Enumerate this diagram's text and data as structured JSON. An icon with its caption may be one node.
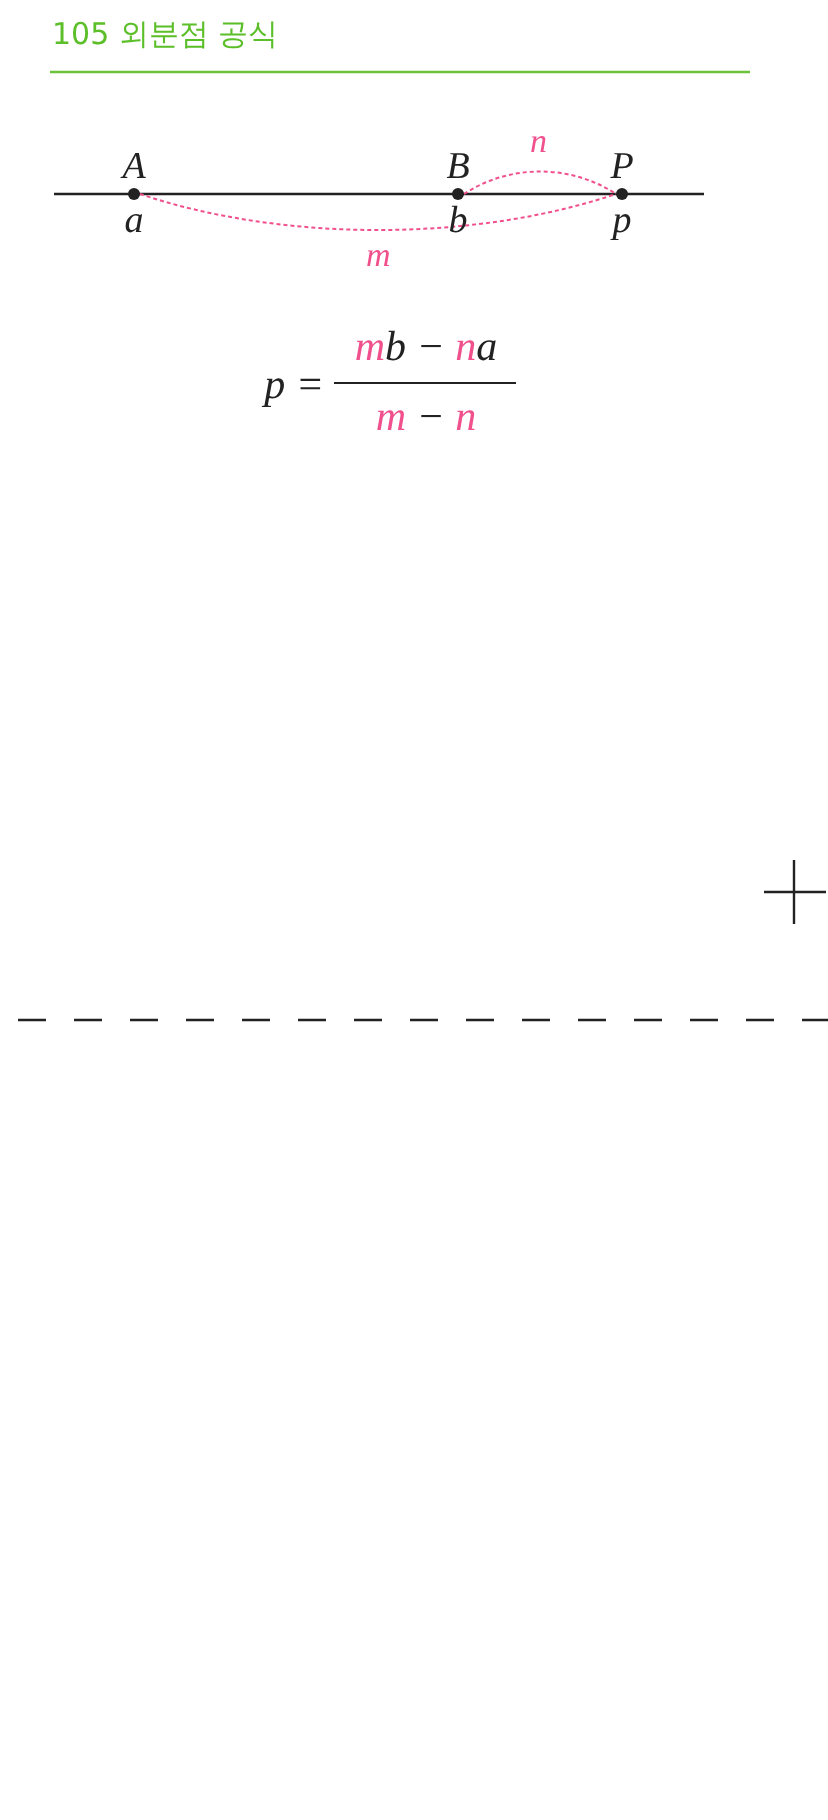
{
  "diagram": {
    "title": "105 외분점 공식",
    "nodes": [
      {
        "text": [
          "A",
          "a"
        ]
      },
      {
        "text": [
          "B",
          "b"
        ]
      },
      {
        "text": [
          "P",
          "p"
        ]
      }
    ],
    "edges": [
      {
        "from": 1,
        "to": 2,
        "arrow": "none",
        "label": "n",
        "style": "dashed",
        "color": "#f0508c"
      },
      {
        "from": 0,
        "to": 2,
        "arrow": "none",
        "label": "m",
        "style": "dashed",
        "color": "#f0508c"
      }
    ],
    "labels": [
      "p =",
      "mb − na",
      "m − n"
    ]
  }
}
